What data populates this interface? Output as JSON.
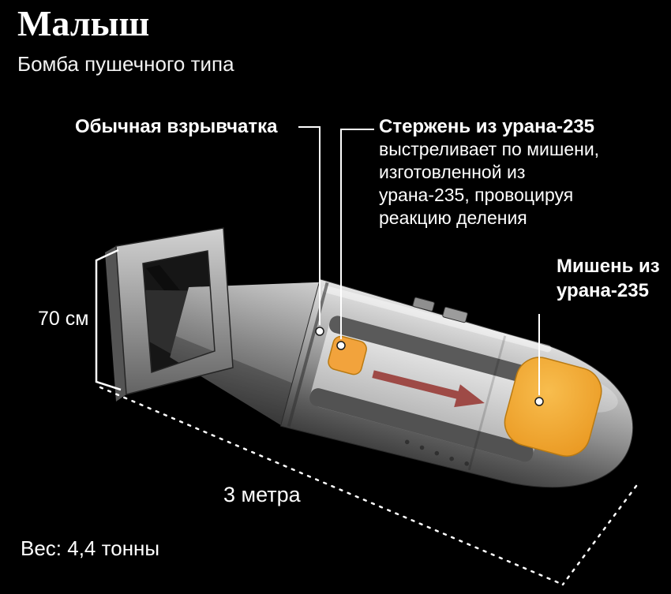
{
  "header": {
    "title": "Малыш",
    "subtitle": "Бомба пушечного типа"
  },
  "callouts": {
    "explosive": {
      "title": "Обычная взрывчатка"
    },
    "rod": {
      "title": "Стержень из урана-235",
      "desc_lines": [
        "выстреливает по мишени,",
        "изготовленной из",
        "урана-235, провоцируя",
        "реакцию деления"
      ]
    },
    "target": {
      "lines": [
        "Мишень из",
        "урана-235"
      ]
    }
  },
  "dimensions": {
    "height": "70 см",
    "length": "3 метра",
    "weight": "Вес: 4,4 тонны"
  },
  "colors": {
    "background": "#000000",
    "text": "#ffffff",
    "uranium": "#f2a33c",
    "uranium_dark": "#d98c18",
    "arrow": "#9e4a46",
    "callout_line": "#ffffff"
  }
}
